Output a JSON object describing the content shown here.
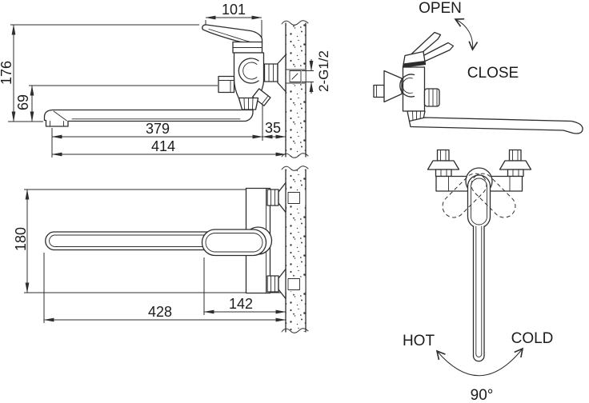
{
  "colors": {
    "line": "#2d2d2d",
    "text": "#1c1c1c",
    "background": "#ffffff",
    "wall_speckle": "#3b3b3b"
  },
  "views": {
    "side": {
      "dims": {
        "handle_length": "101",
        "overall_height": "176",
        "outlet_drop": "69",
        "spout_reach": "379",
        "wall_clearance": "35",
        "overall_reach": "414"
      },
      "thread_callout": "2-G1/2"
    },
    "operation": {
      "open": "OPEN",
      "close": "CLOSE"
    },
    "plan": {
      "dims": {
        "connection_height": "180",
        "overall_length": "428",
        "body_length": "142"
      }
    },
    "rotation": {
      "hot": "HOT",
      "cold": "COLD",
      "angle": "90°"
    }
  }
}
